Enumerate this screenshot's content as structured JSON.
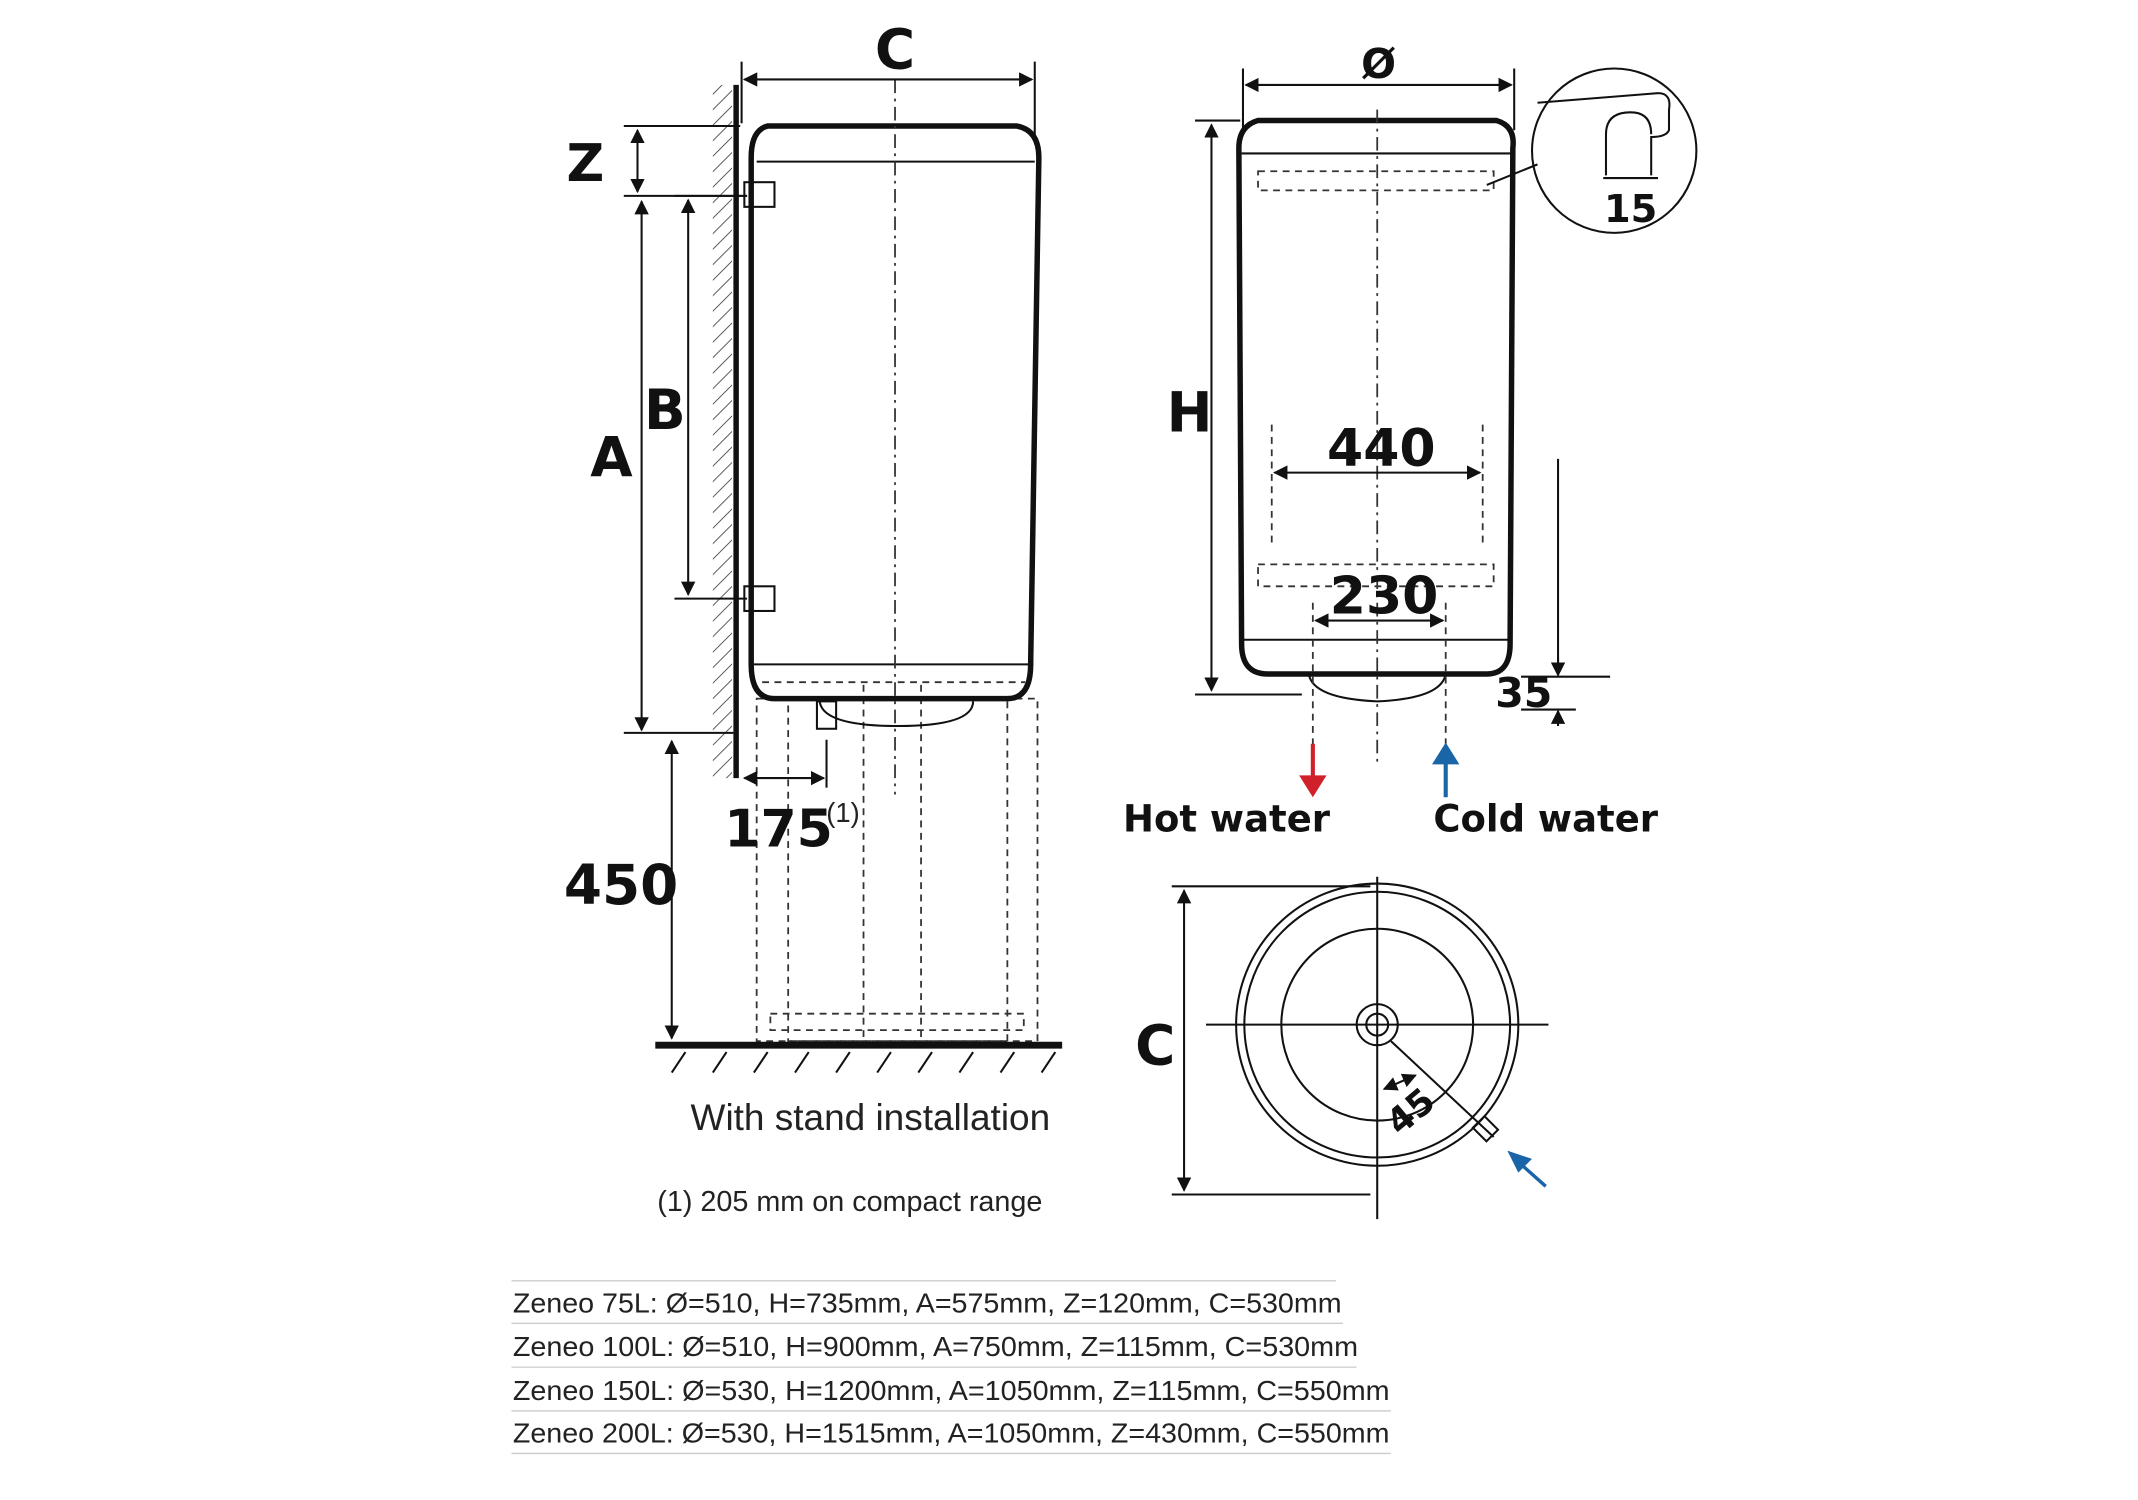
{
  "side_view": {
    "labels": {
      "c": "C",
      "z": "Z",
      "a": "A",
      "b": "B",
      "stand_height": "450",
      "offset": "175",
      "offset_note_ref": "(1)"
    },
    "caption": "With stand installation",
    "footnote": "(1) 205 mm on compact range"
  },
  "front_view": {
    "labels": {
      "diameter": "Ø",
      "h": "H",
      "bracket_spacing": "440",
      "pipe_spacing": "230",
      "pipe_length": "35",
      "detail_gap": "15"
    },
    "hot_water": "Hot water",
    "cold_water": "Cold water",
    "colors": {
      "hot": "#d0202a",
      "cold": "#1a64a8"
    }
  },
  "bottom_view": {
    "labels": {
      "c": "C",
      "angle_offset": "45"
    }
  },
  "models": [
    "Zeneo 75L: Ø=510, H=735mm, A=575mm, Z=120mm, C=530mm",
    "Zeneo 100L: Ø=510, H=900mm, A=750mm, Z=115mm, C=530mm",
    "Zeneo 150L: Ø=530, H=1200mm, A=1050mm, Z=115mm, C=550mm",
    "Zeneo 200L: Ø=530, H=1515mm, A=1050mm, Z=430mm, C=550mm"
  ]
}
